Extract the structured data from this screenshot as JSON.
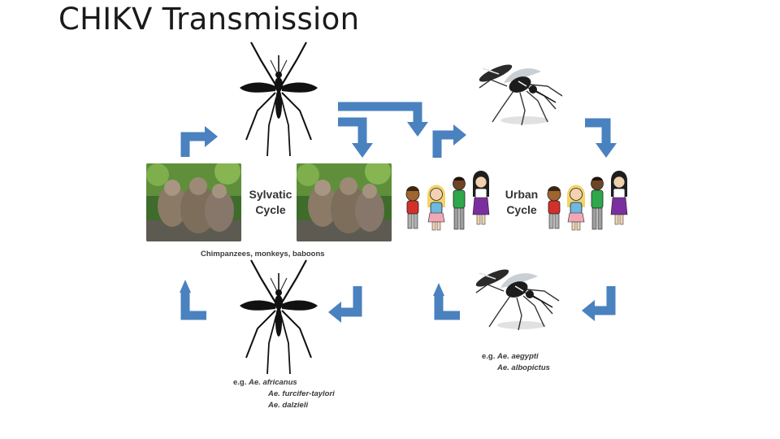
{
  "slide": {
    "title": "CHIKV Transmission"
  },
  "sylvatic": {
    "label_line1": "Sylvatic",
    "label_line2": "Cycle",
    "hosts_caption": "Chimpanzees, monkeys, baboons",
    "vector_prefix": "e.g.",
    "vectors": [
      "Ae. africanus",
      "Ae. furcifer-taylori",
      "Ae. dalzieli"
    ]
  },
  "urban": {
    "label_line1": "Urban",
    "label_line2": "Cycle",
    "vector_prefix": "e.g.",
    "vectors": [
      "Ae. aegypti",
      "Ae. albopictus"
    ]
  },
  "colors": {
    "arrow": "#4a81bf",
    "arrow_dark": "#3b6ea8",
    "mosquito": "#111111"
  }
}
